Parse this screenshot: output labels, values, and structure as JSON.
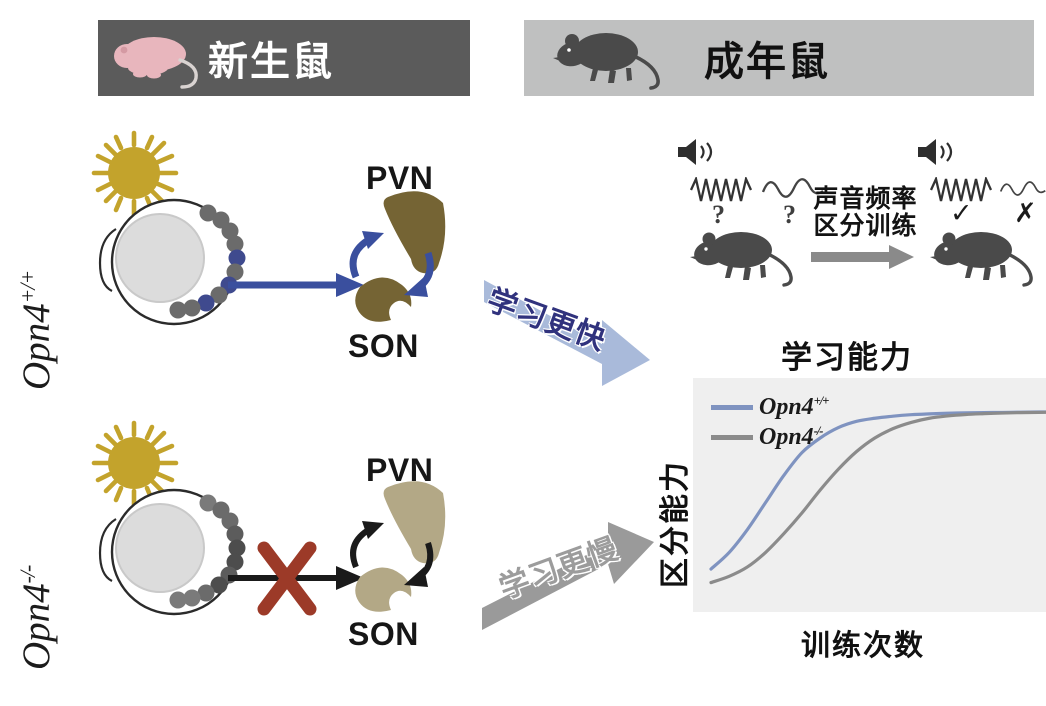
{
  "figure": {
    "title_neonatal_panel": "新生鼠",
    "title_adult_panel": "成年鼠"
  },
  "banners": {
    "neonatal": {
      "label": "新生鼠",
      "icon": "pink-neonatal-mouse-icon",
      "bg": "#5b5b5b",
      "text_color": "#ffffff"
    },
    "adult": {
      "label": "成年鼠",
      "icon": "adult-mouse-silhouette-icon",
      "bg": "#bfc0c0",
      "text_color": "#111111"
    }
  },
  "rows": [
    {
      "genotype_base": "Opn4",
      "genotype_sup": "+/+",
      "sun_color": "#c3a32c",
      "nucleus_color": "#756434",
      "arrow_color": "#3a4f9e",
      "pvn_label": "PVN",
      "son_label": "SON",
      "pathway_blocked": false,
      "transition_label": "学习更快",
      "transition_color": "#a9bada",
      "transition_text_color": "#30327d"
    },
    {
      "genotype_base": "Opn4",
      "genotype_sup": "-/-",
      "sun_color": "#c3a32c",
      "nucleus_color": "#b3a886",
      "arrow_color": "#1a1a1a",
      "pvn_label": "PVN",
      "son_label": "SON",
      "pathway_blocked": true,
      "block_mark": "X",
      "block_color": "#9c3a28",
      "transition_label": "学习更慢",
      "transition_color": "#9a9a9a",
      "transition_text_color": "#9c9c9c"
    }
  ],
  "training": {
    "caption_line1": "声音频率",
    "caption_line2": "区分训练",
    "speaker_icon": "speaker-icon",
    "before": {
      "high_freq_mark": "?",
      "low_freq_mark": "?"
    },
    "after": {
      "high_freq_mark": "✓",
      "low_freq_mark": "✗"
    },
    "arrow_icon": "right-arrow-icon",
    "mouse_icon": "adult-mouse-silhouette-icon"
  },
  "chart_data": {
    "type": "line",
    "title": "学习能力",
    "xlabel": "训练次数",
    "ylabel": "区分能力",
    "grid": false,
    "legend_position": "top-left",
    "plot_bg": "#efefef",
    "xlim": [
      0,
      10
    ],
    "ylim": [
      0,
      1
    ],
    "x": [
      0,
      0.5,
      1,
      1.5,
      2,
      2.5,
      3,
      3.5,
      4,
      4.5,
      5,
      5.5,
      6,
      6.5,
      7,
      7.5,
      8,
      8.5,
      9,
      9.5,
      10
    ],
    "series": [
      {
        "name": "Opn4+/+",
        "name_base": "Opn4",
        "name_sup": "+/+",
        "color": "#7f93c0",
        "values": [
          0.12,
          0.2,
          0.31,
          0.44,
          0.57,
          0.68,
          0.75,
          0.8,
          0.83,
          0.845,
          0.855,
          0.862,
          0.866,
          0.869,
          0.871,
          0.872,
          0.873,
          0.874,
          0.875,
          0.875,
          0.876
        ]
      },
      {
        "name": "Opn4-/-",
        "name_base": "Opn4",
        "name_sup": "-/-",
        "color": "#8b8b8b",
        "values": [
          0.055,
          0.085,
          0.13,
          0.2,
          0.29,
          0.39,
          0.5,
          0.6,
          0.685,
          0.75,
          0.795,
          0.825,
          0.845,
          0.856,
          0.863,
          0.867,
          0.87,
          0.872,
          0.873,
          0.874,
          0.875
        ]
      }
    ]
  }
}
